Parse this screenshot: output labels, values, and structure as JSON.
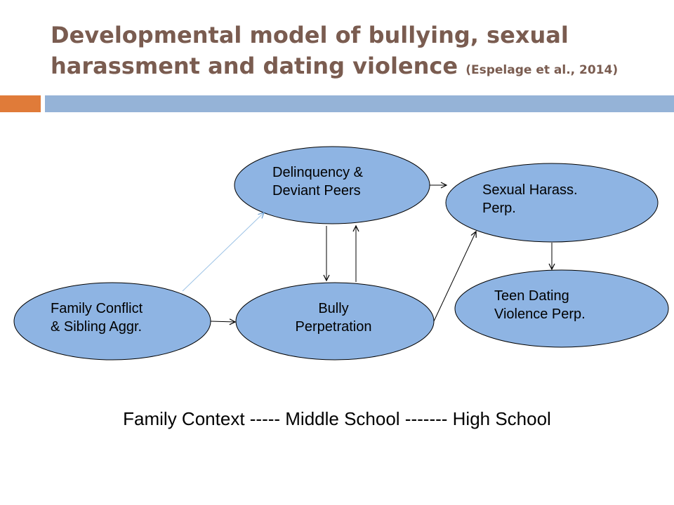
{
  "slide": {
    "title_main": "Developmental model of bullying, sexual harassment and dating violence",
    "title_cite": "(Espelage et al., 2014)",
    "colors": {
      "title": "#7a5c50",
      "accent_orange": "#e07b39",
      "accent_blue": "#95b3d7",
      "node_fill": "#8eb4e3",
      "blue_arrow": "#9dc3e6"
    }
  },
  "nodes": {
    "family": {
      "line1": "Family Conflict",
      "line2": "& Sibling Aggr."
    },
    "bully": {
      "line1": "Bully",
      "line2": "Perpetration"
    },
    "delinquency": {
      "line1": "Delinquency &",
      "line2": "Deviant Peers"
    },
    "harass": {
      "line1": "Sexual Harass.",
      "line2": "Perp."
    },
    "dating": {
      "line1": "Teen Dating",
      "line2": "Violence Perp."
    }
  },
  "caption": "Family Context ----- Middle School ------- High School"
}
